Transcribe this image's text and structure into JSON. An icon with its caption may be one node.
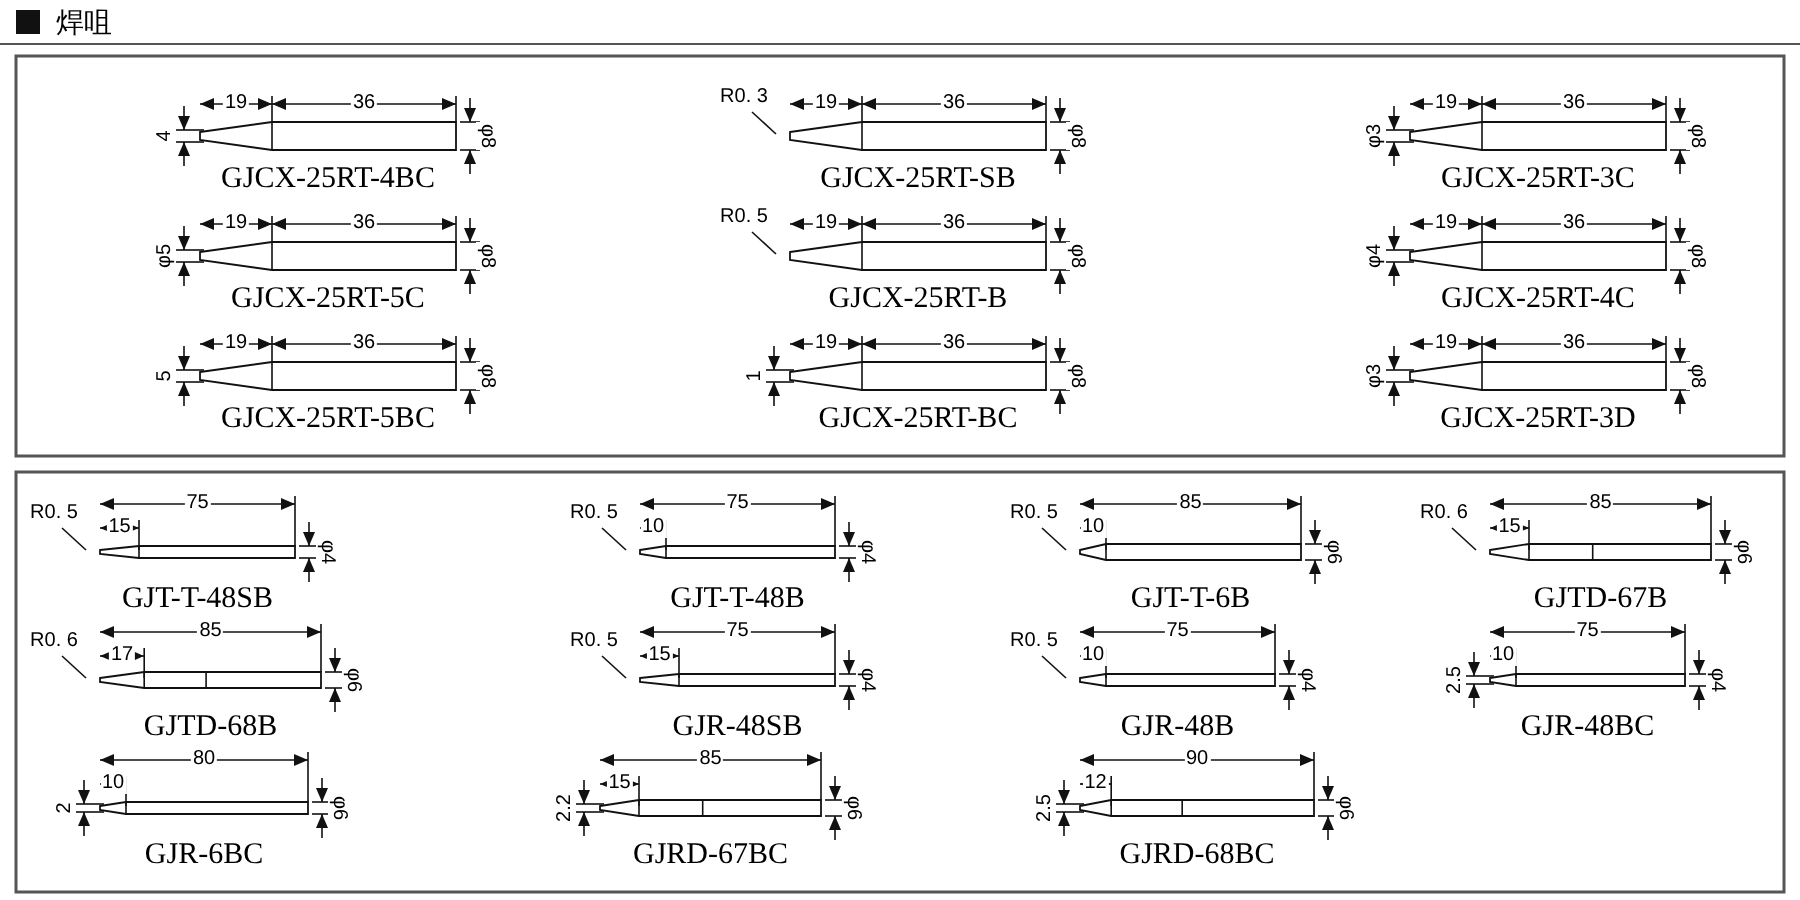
{
  "diagram": {
    "title": "焊咀",
    "nodes": [
      {
        "text": [
          "R0. 3"
        ]
      },
      {
        "text": [
          "R0. 5"
        ]
      },
      {
        "text": [
          "R0. 5"
        ]
      },
      {
        "text": [
          "R0. 5"
        ]
      },
      {
        "text": [
          "R0. 5"
        ]
      },
      {
        "text": [
          "R0. 6"
        ]
      },
      {
        "text": [
          "R0. 6"
        ]
      },
      {
        "text": [
          "R0. 5"
        ]
      },
      {
        "text": [
          "R0. 5"
        ]
      }
    ],
    "edges": [
      {
        "from": 0,
        "to": null,
        "arrow": "none"
      },
      {
        "from": 1,
        "to": null,
        "arrow": "none"
      },
      {
        "from": 2,
        "to": null,
        "arrow": "none"
      },
      {
        "from": 3,
        "to": null,
        "arrow": "none"
      },
      {
        "from": 4,
        "to": null,
        "arrow": "none"
      },
      {
        "from": 5,
        "to": null,
        "arrow": "none"
      },
      {
        "from": 6,
        "to": null,
        "arrow": "none"
      },
      {
        "from": 7,
        "to": null,
        "arrow": "none"
      },
      {
        "from": 8,
        "to": null,
        "arrow": "none"
      }
    ],
    "labels": [
      "4",
      "19",
      "36",
      "φ8",
      "GJCX-25RT-4BC",
      "19",
      "36",
      "φ8",
      "GJCX-25RT-SB",
      "φ3",
      "19",
      "36",
      "φ8",
      "GJCX-25RT-3C",
      "φ5",
      "19",
      "36",
      "φ8",
      "GJCX-25RT-5C",
      "19",
      "36",
      "φ8",
      "GJCX-25RT-B",
      "φ4",
      "19",
      "36",
      "φ8",
      "GJCX-25RT-4C",
      "5",
      "19",
      "36",
      "φ8",
      "GJCX-25RT-5BC",
      "1",
      "19",
      "36",
      "φ8",
      "GJCX-25RT-BC",
      "φ3",
      "19",
      "36",
      "φ8",
      "GJCX-25RT-3D",
      "15",
      "75",
      "φ4",
      "GJT-T-48SB",
      "10",
      "75",
      "φ4",
      "GJT-T-48B",
      "10",
      "85",
      "φ6",
      "GJT-T-6B",
      "15",
      "85",
      "φ6",
      "GJTD-67B",
      "17",
      "85",
      "φ6",
      "GJTD-68B",
      "15",
      "75",
      "φ4",
      "GJR-48SB",
      "10",
      "75",
      "φ4",
      "GJR-48B",
      "2.5",
      "10",
      "75",
      "φ4",
      "GJR-48BC",
      "2",
      "10",
      "80",
      "φ6",
      "GJR-6BC",
      "2.2",
      "15",
      "85",
      "φ6",
      "GJRD-67BC",
      "2.5",
      "12",
      "90",
      "φ6",
      "GJRD-68BC"
    ]
  }
}
